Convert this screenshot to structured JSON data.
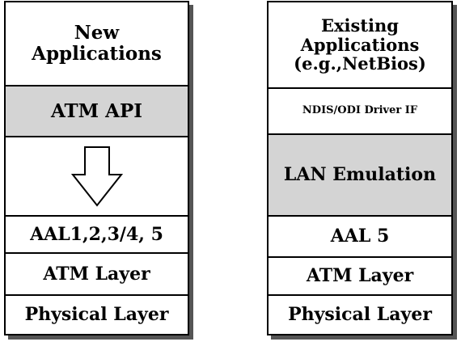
{
  "left_stack": {
    "new_applications": "New\nApplications",
    "atm_api": "ATM API",
    "arrow": "down-arrow-icon",
    "aal": "AAL1,2,3/4, 5",
    "atm_layer": "ATM Layer",
    "physical_layer": "Physical Layer"
  },
  "right_stack": {
    "existing_applications": "Existing\nApplications\n(e.g.,NetBios)",
    "driver_if": "NDIS/ODI Driver IF",
    "lan_emulation": "LAN Emulation",
    "aal": "AAL 5",
    "atm_layer": "ATM Layer",
    "physical_layer": "Physical Layer"
  },
  "colors": {
    "shaded_cell": "#d4d4d4",
    "border": "#000000",
    "shadow": "#555555"
  }
}
